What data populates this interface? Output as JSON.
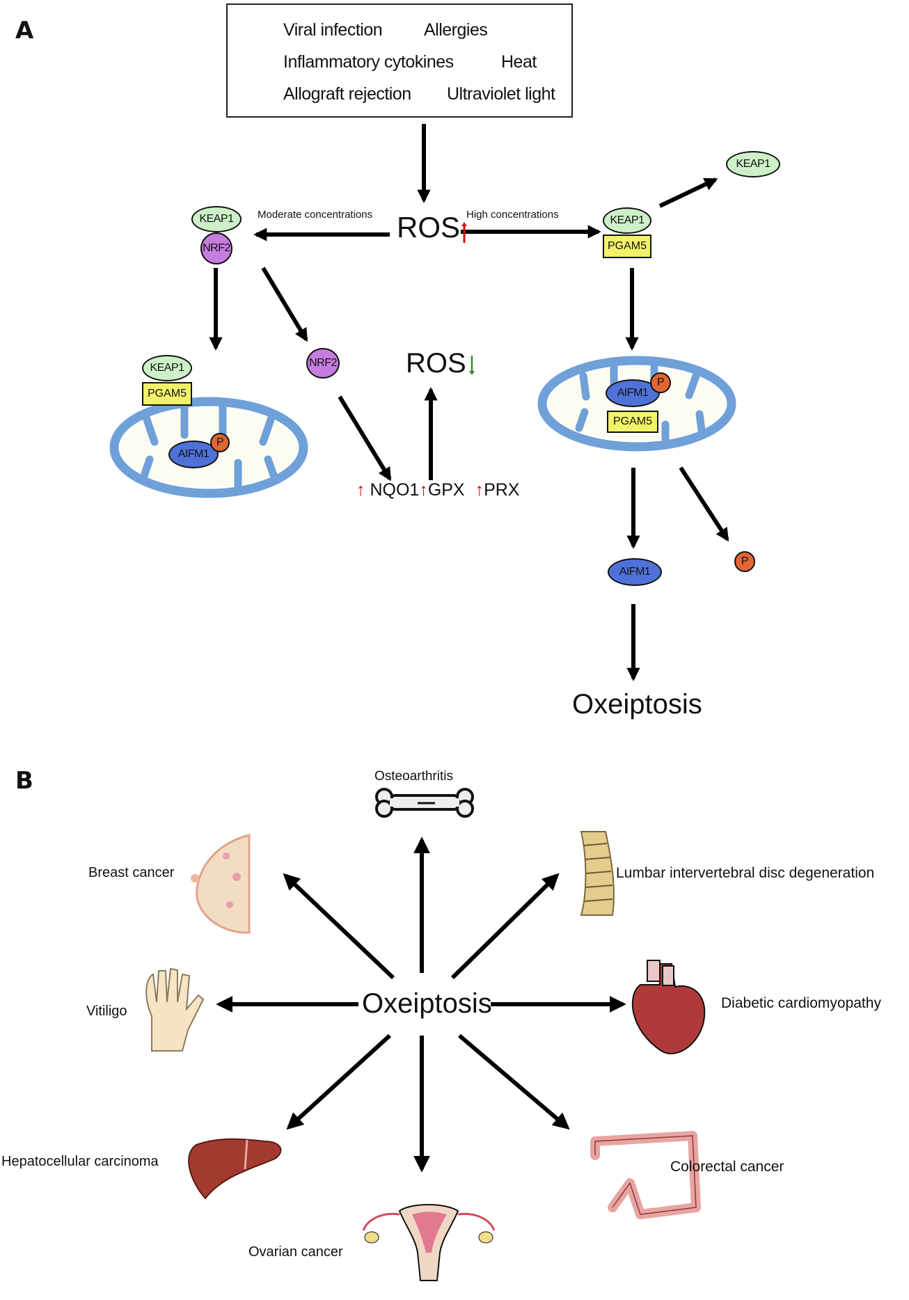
{
  "panels": {
    "a": {
      "label": "A",
      "stimuli": [
        "Viral infection",
        "Allergies",
        "Inflammatory cytokines",
        "Heat",
        "Allograft rejection",
        "Ultraviolet light"
      ],
      "ros_up": "ROS",
      "moderate": "Moderate concentrations",
      "high": "High concentrations",
      "keap1": "KEAP1",
      "nrf2": "NRF2",
      "pgam5": "PGAM5",
      "aifm1": "AIFM1",
      "p": "P",
      "ros_down": "ROS",
      "targets": [
        "NQO1",
        "GPX",
        "PRX"
      ],
      "outcome": "Oxeiptosis"
    },
    "b": {
      "label": "B",
      "center": "Oxeiptosis",
      "diseases": {
        "osteoarthritis": "Osteoarthritis",
        "breast": "Breast cancer",
        "lumbar": "Lumbar intervertebral disc degeneration",
        "vitiligo": "Vitiligo",
        "diabetic": "Diabetic cardiomyopathy",
        "hcc": "Hepatocellular carcinoma",
        "ovarian": "Ovarian cancer",
        "colorectal": "Colorectal cancer"
      }
    }
  },
  "colors": {
    "up_arrow": "#cc1111",
    "down_arrow": "#3a8a2a",
    "mito": "#6fa0d8",
    "keap1": "#cdf0c8",
    "nrf2": "#c77ce0",
    "pgam5": "#f2f26a",
    "aifm1": "#4f72d8",
    "phosphate": "#e06633"
  }
}
